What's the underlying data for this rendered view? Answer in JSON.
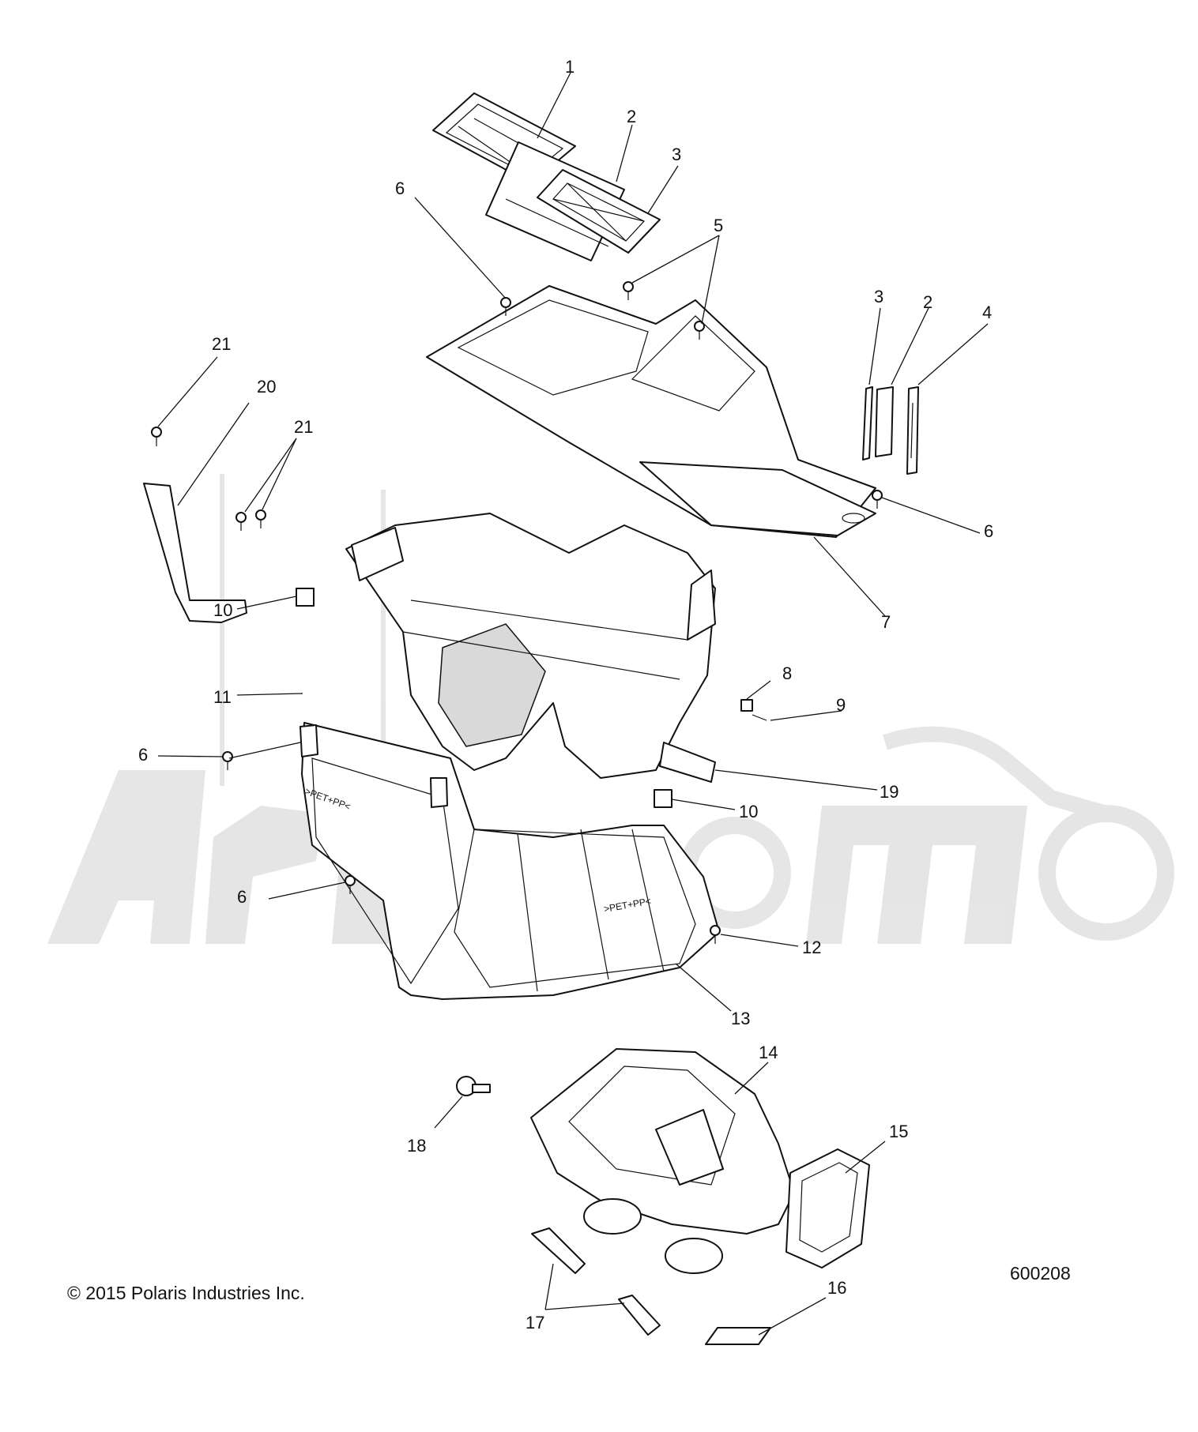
{
  "callouts": [
    "1",
    "2",
    "3",
    "6",
    "5",
    "21",
    "20",
    "3",
    "2",
    "4",
    "6",
    "10",
    "7",
    "8",
    "11",
    "9",
    "6",
    "19",
    "10",
    "6",
    "12",
    "13",
    "14",
    "18",
    "15",
    "17",
    "16"
  ],
  "copyright": "© 2015 Polaris Industries Inc.",
  "diagram_number": "600208",
  "molded_text_1": ">PET+PP<",
  "molded_text_2": ">PET+PP<"
}
